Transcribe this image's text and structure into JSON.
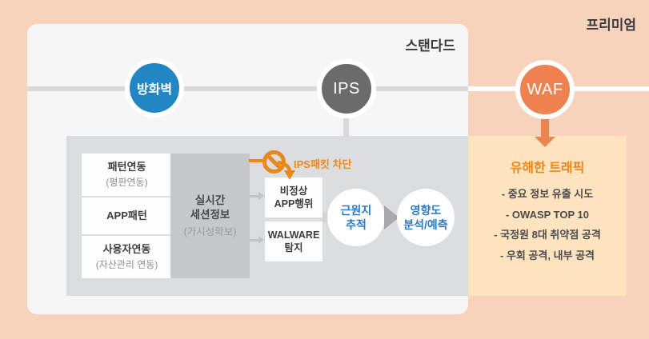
{
  "labels": {
    "premium": "프리미엄",
    "standard": "스탠다드"
  },
  "nodes": {
    "firewall": "방화벽",
    "ips": "IPS",
    "waf": "WAF"
  },
  "flow": {
    "inputs": [
      {
        "title": "패턴연동",
        "subtitle": "(평판연동)"
      },
      {
        "title": "APP패턴"
      },
      {
        "title": "사용자연동",
        "subtitle": "(자산관리 연동)"
      }
    ],
    "session": {
      "line1": "실시간",
      "line2": "세션정보",
      "subtitle": "(가시성확보)"
    },
    "block_label": "IPS패킷 차단",
    "detections": [
      {
        "line1": "비정상",
        "line2": "APP행위"
      },
      {
        "line1": "WALWARE",
        "line2": "탐지"
      }
    ],
    "trace": {
      "line1": "근원지",
      "line2": "추적"
    },
    "impact": {
      "line1": "영향도",
      "line2": "분석/예측"
    }
  },
  "waf_panel": {
    "title": "유해한 트래픽",
    "items": [
      "- 중요 정보 유출 시도",
      "- OWASP TOP 10",
      "- 국정원 8대 취약점 공격",
      "- 우회 공격, 내부 공격"
    ]
  },
  "colors": {
    "background_peach": "#f8d3bc",
    "card_white": "#f6f6f7",
    "panel_gray": "#dcdddf",
    "panel_cream": "#fde4bf",
    "firewall_blue": "#2386c4",
    "ips_gray": "#6b6b6b",
    "waf_orange": "#ef8350",
    "accent_orange": "#e8891b",
    "title_orange": "#ee8418",
    "result_text_blue": "#2a7cc0"
  }
}
